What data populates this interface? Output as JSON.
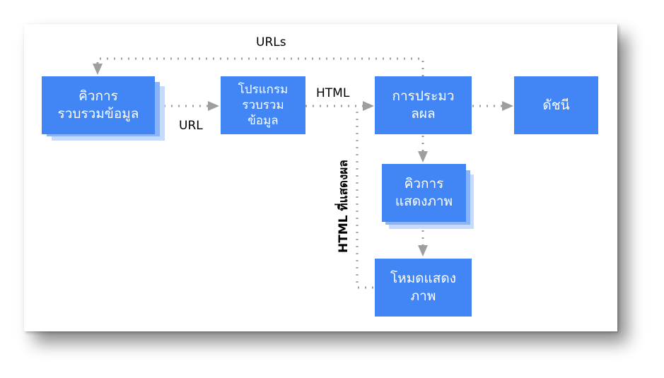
{
  "diagram": {
    "nodes": {
      "crawl_queue": "คิวการ\nรวบรวมข้อมูล",
      "crawler": "โปรแกรม\nรวบรวม\nข้อมูล",
      "processing": "การประมว\nลผล",
      "index": "ดัชนี",
      "render_queue": "คิวการ\nแสดงภาพ",
      "renderer": "โหมดแสดง\nภาพ"
    },
    "edges": {
      "urls_feedback": "URLs",
      "url": "URL",
      "html": "HTML",
      "rendered_html": "HTML ที่แสดงผล"
    },
    "colors": {
      "node": "#4285f4",
      "node_stack": "#c6dafc",
      "connector": "#9e9e9e"
    }
  }
}
